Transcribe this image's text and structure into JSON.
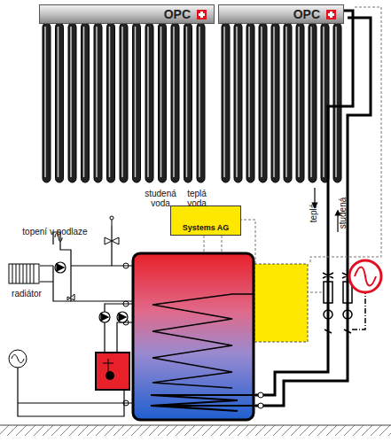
{
  "diagram": {
    "nodes": [
      {
        "text": [
          "OPC"
        ]
      },
      {
        "text": [
          "OPC"
        ]
      },
      {
        "text": [
          "Systems AG"
        ]
      }
    ],
    "labels": [
      "studená voda",
      "teplá voda",
      "topení v podlaze",
      "radiátor",
      "teplá",
      "studená"
    ]
  }
}
